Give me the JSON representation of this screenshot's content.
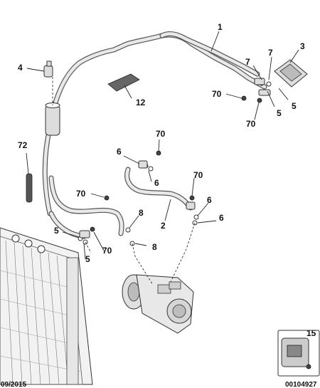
{
  "labels": {
    "l1": "1",
    "l2": "2",
    "l3": "3",
    "l4": "4",
    "l5a": "5",
    "l5b": "5",
    "l5c": "5",
    "l5d": "5",
    "l6a": "6",
    "l6b": "6",
    "l6c": "6",
    "l6d": "6",
    "l7a": "7",
    "l7b": "7",
    "l8a": "8",
    "l8b": "8",
    "l12": "12",
    "l15": "15",
    "l70a": "70",
    "l70b": "70",
    "l70c": "70",
    "l70d": "70",
    "l70e": "70",
    "l70f": "70",
    "l72": "72"
  },
  "footer": {
    "date": "09/2015",
    "reference": "00104927"
  }
}
